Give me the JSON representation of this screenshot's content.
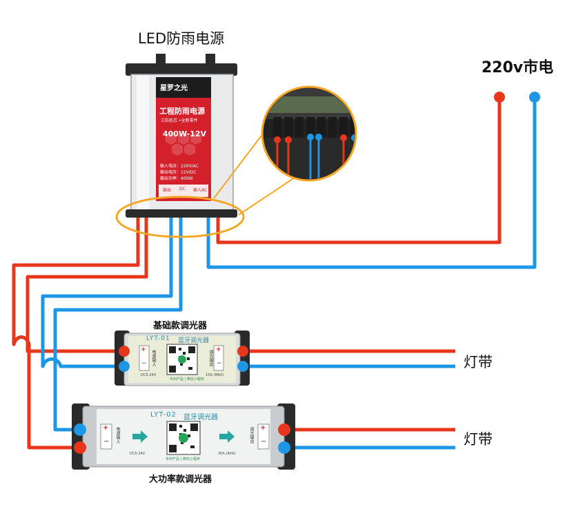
{
  "labels": {
    "psu_title": "LED防雨电源",
    "mains": "220v市电",
    "basic_dimmer": "基础款调光器",
    "high_power_dimmer": "大功率款调光器",
    "strip_1": "灯带",
    "strip_2": "灯带"
  },
  "psu": {
    "brand": "星罗之光",
    "title": "工程防雨电源",
    "subtitle": "三防机芯 •全新零件",
    "model": "400W-12V",
    "spec_input": "输入电压：220V/AC",
    "spec_output": "输出电压：12V/DC",
    "spec_power": "输出功率：400W",
    "terminal_out": "输出",
    "terminal_in": "输入AC",
    "terminal_dc": "DC"
  },
  "dimmer_basic": {
    "model": "LYT-01",
    "name": "蓝牙调光器",
    "input_label": "电源输入",
    "output_label": "调光输出",
    "input_spec": "DC5-24V",
    "output_spec": "15A (MAX)",
    "footer": "专利产品 | 微信小程序"
  },
  "dimmer_big": {
    "model": "LYT-02",
    "name": "蓝牙调光器",
    "input_label": "电源输入",
    "output_label": "调光输出",
    "input_spec": "DC5-24V",
    "output_spec": "30A (AVG)",
    "footer": "专利产品 | 微信小程序"
  },
  "colors": {
    "positive_wire": "#e8361c",
    "negative_wire": "#1e96e6",
    "highlight_ring": "#f5a623",
    "psu_face": "#d4202a"
  }
}
